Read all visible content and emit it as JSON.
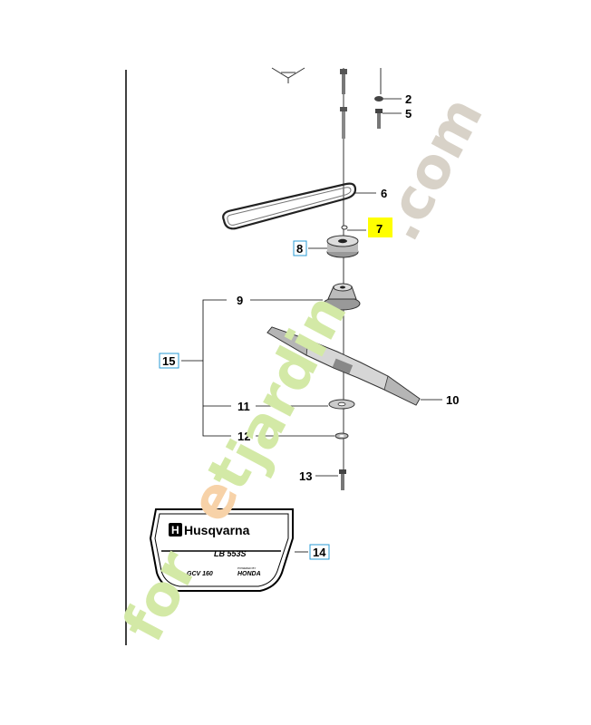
{
  "diagram": {
    "callouts": {
      "c2": "2",
      "c5": "5",
      "c6": "6",
      "c7": "7",
      "c8": "8",
      "c9": "9",
      "c10": "10",
      "c11": "11",
      "c12": "12",
      "c13": "13",
      "c14": "14",
      "c15": "15"
    },
    "highlight_color": "#ffff00",
    "box_border_color": "#2a9bd6"
  },
  "decal": {
    "brand": "Husqvarna",
    "model": "LB 553S",
    "engine": "GCV 160",
    "engine_brand": "HONDA",
    "engine_brand_prefix": "POWERED BY"
  },
  "watermark": {
    "part_forjard": "for",
    "part_e": "e",
    "part_t": "t",
    "part_jardin": "jardin",
    "part_com": ".com",
    "green": "#d3e9a6",
    "orange": "#f7d2a8",
    "gray": "#d8d2c8"
  }
}
